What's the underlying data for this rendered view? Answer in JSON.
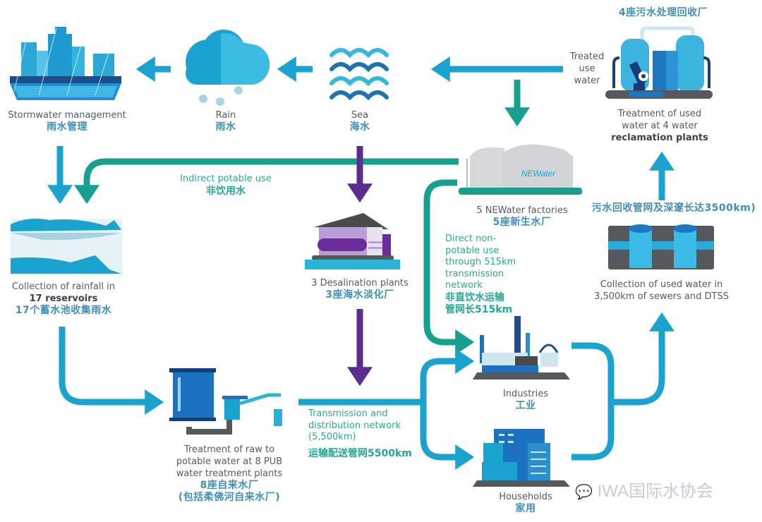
{
  "title_zh_reclamation": "4座污水处理回收厂",
  "nodes": {
    "stormwater": {
      "en": "Stormwater management",
      "zh": "雨水管理"
    },
    "rain": {
      "en": "Rain",
      "zh": "雨水"
    },
    "sea": {
      "en": "Sea",
      "zh": "海水"
    },
    "treated_use_water": {
      "line1": "Treated",
      "line2": "use",
      "line3": "water"
    },
    "reclamation": {
      "line1": "Treatment of used",
      "line2": "water at 4 water",
      "line3": "reclamation plants"
    },
    "reservoirs": {
      "line1": "Collection of rainfall in",
      "line2": "17 reservoirs",
      "zh": "17个蓄水池收集雨水"
    },
    "indirect": {
      "en": "Indirect potable use",
      "zh": "非饮用水"
    },
    "desalination": {
      "en": "3 Desalination plants",
      "zh": "3座海水淡化厂"
    },
    "newater": {
      "en": "5 NEWater factories",
      "zh": "5座新生水厂",
      "logo": "NEWater"
    },
    "direct": {
      "line1": "Direct non-",
      "line2": "potable use",
      "line3": "through 515km",
      "line4": "transmission",
      "line5": "network",
      "zh1": "非直饮水运输",
      "zh2": "管网长515km"
    },
    "sewer_zh": "污水回收管网及深邃长达3500km)",
    "sewers": {
      "line1": "Collection of used water in",
      "line2": "3,500km of sewers and DTSS"
    },
    "treatment": {
      "line1": "Treatment of raw to",
      "line2": "potable water at 8 PUB",
      "line3": "water treatment plants",
      "zh1": "8座自来水厂",
      "zh2": "(包括柔佛河自来水厂)"
    },
    "transmission": {
      "line1": "Transmission and",
      "line2": "distribution network",
      "line3": "(5,500km)",
      "zh": "运输配送管网5500km"
    },
    "industries": {
      "en": "Industries",
      "zh": "工业"
    },
    "households": {
      "en": "Households",
      "zh": "家用"
    }
  },
  "watermark": "IWA国际水协会",
  "colors": {
    "blue": "#1ba3cf",
    "teal": "#17a08e",
    "purple": "#5b2d8e",
    "gray": "#5c5f63"
  }
}
